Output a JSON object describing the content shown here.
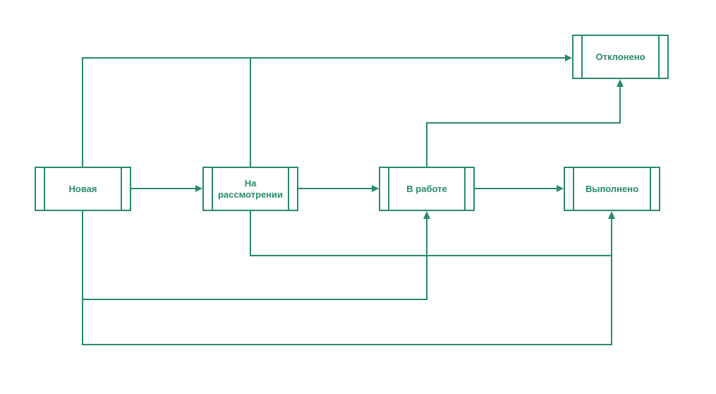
{
  "theme": {
    "accent_color": "#288c64",
    "background_color": "#ffffff"
  },
  "diagram": {
    "type": "flowchart-status-workflow",
    "nodes": [
      {
        "id": "novaya",
        "label": "Новая"
      },
      {
        "id": "na-rassmotrenii",
        "label": "На рассмотрении"
      },
      {
        "id": "v-rabote",
        "label": "В работе"
      },
      {
        "id": "vypolneno",
        "label": "Выполнено"
      },
      {
        "id": "otkloneno",
        "label": "Отклонено"
      }
    ],
    "edges": [
      {
        "from": "Новая",
        "to": "На рассмотрении"
      },
      {
        "from": "На рассмотрении",
        "to": "В работе"
      },
      {
        "from": "В работе",
        "to": "Выполнено"
      },
      {
        "from": "Новая",
        "to": "Отклонено"
      },
      {
        "from": "На рассмотрении",
        "to": "Отклонено"
      },
      {
        "from": "В работе",
        "to": "Отклонено"
      },
      {
        "from": "Новая",
        "to": "В работе"
      },
      {
        "from": "Новая",
        "to": "Выполнено"
      },
      {
        "from": "На рассмотрении",
        "to": "Выполнено"
      }
    ]
  }
}
